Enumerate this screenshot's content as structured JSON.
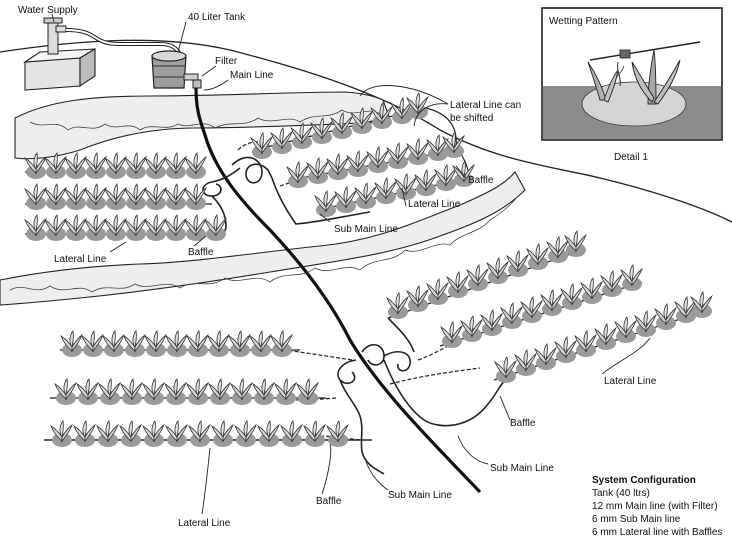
{
  "labels": {
    "water_supply": "Water Supply",
    "tank": "40 Liter Tank",
    "filter": "Filter",
    "main_line": "Main Line",
    "lateral_shift_1": "Lateral Line can",
    "lateral_shift_2": "be shifted",
    "baffle_upper_right": "Baffle",
    "lateral_upper_right": "Lateral Line",
    "sub_main_upper": "Sub Main Line",
    "lateral_upper_left": "Lateral Line",
    "baffle_upper_left": "Baffle",
    "lateral_lower_right": "Lateral Line",
    "baffle_lower_right": "Baffle",
    "sub_main_lower_right": "Sub Main Line",
    "sub_main_lower_left": "Sub Main Line",
    "baffle_lower_left": "Baffle",
    "lateral_lower_left": "Lateral Line"
  },
  "detail": {
    "title": "Wetting Pattern",
    "caption": "Detail 1"
  },
  "config": {
    "title": "System Configuration",
    "items": [
      "Tank (40 ltrs)",
      "12 mm Main line (with Filter)",
      "6 mm Sub Main line",
      "6 mm Lateral line with Baffles"
    ]
  }
}
